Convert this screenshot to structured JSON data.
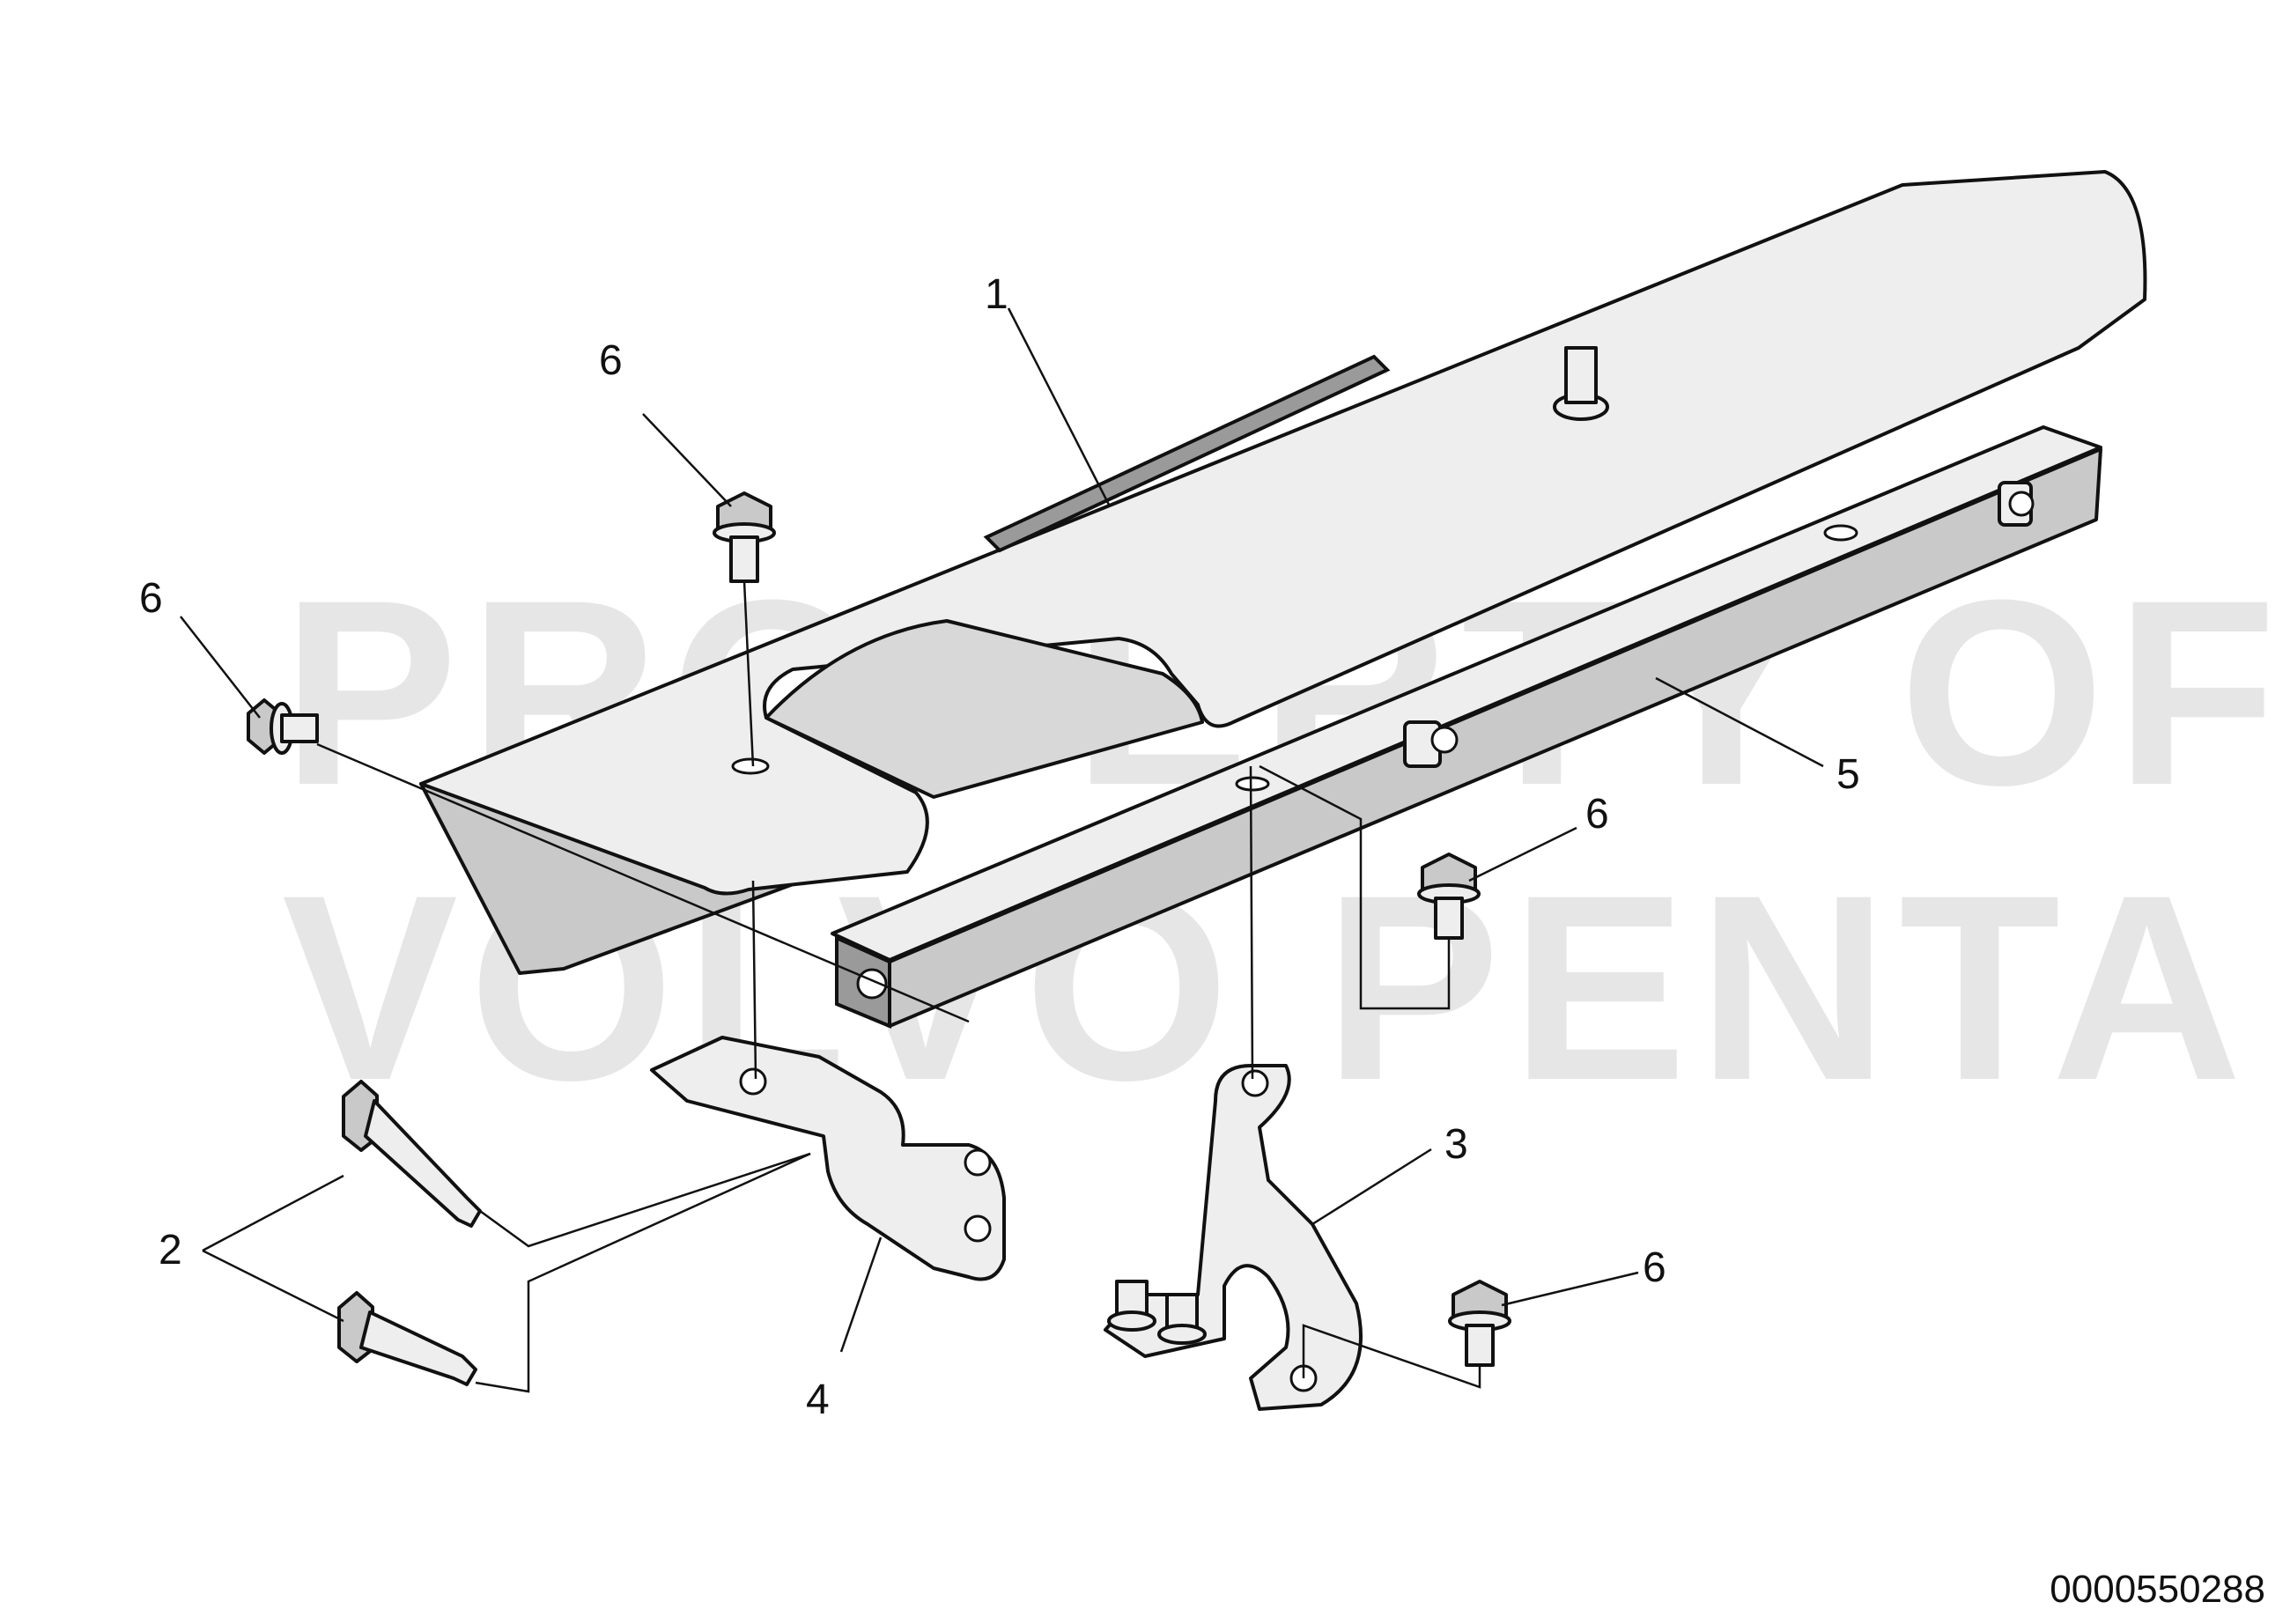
{
  "watermark": {
    "line1": "PROPERTY OF",
    "line2": "VOLVO PENTA"
  },
  "callouts": {
    "c1": "1",
    "c2": "2",
    "c3": "3",
    "c4": "4",
    "c5": "5",
    "c6a": "6",
    "c6b": "6",
    "c6c": "6",
    "c6d": "6"
  },
  "document_number": "0000550288"
}
